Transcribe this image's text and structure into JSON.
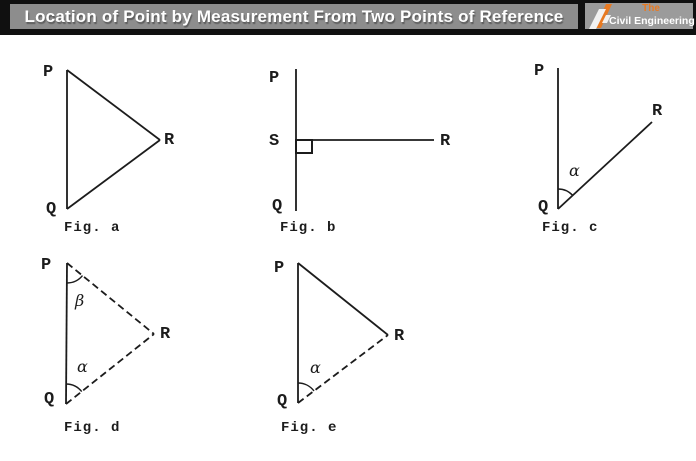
{
  "header": {
    "title": "Location of Point by Measurement From Two Points of Reference",
    "logo": {
      "word_top": "The",
      "word_bottom": "Civil Engineering"
    },
    "colors": {
      "strip_bg": "#101010",
      "title_bar_bg": "#8d8d8d",
      "logo_box_bg": "#9b9b9b",
      "accent_orange": "#e87a22",
      "title_text": "#ffffff",
      "line_color": "#1c1c1c"
    }
  },
  "figures": {
    "a": {
      "caption": "Fig. a",
      "labels": {
        "P": "P",
        "Q": "Q",
        "R": "R"
      }
    },
    "b": {
      "caption": "Fig. b",
      "labels": {
        "P": "P",
        "S": "S",
        "Q": "Q",
        "R": "R"
      }
    },
    "c": {
      "caption": "Fig. c",
      "labels": {
        "P": "P",
        "Q": "Q",
        "R": "R",
        "alpha": "α"
      }
    },
    "d": {
      "caption": "Fig. d",
      "labels": {
        "P": "P",
        "Q": "Q",
        "R": "R",
        "alpha": "α",
        "beta": "β"
      }
    },
    "e": {
      "caption": "Fig. e",
      "labels": {
        "P": "P",
        "Q": "Q",
        "R": "R",
        "alpha": "α"
      }
    }
  }
}
